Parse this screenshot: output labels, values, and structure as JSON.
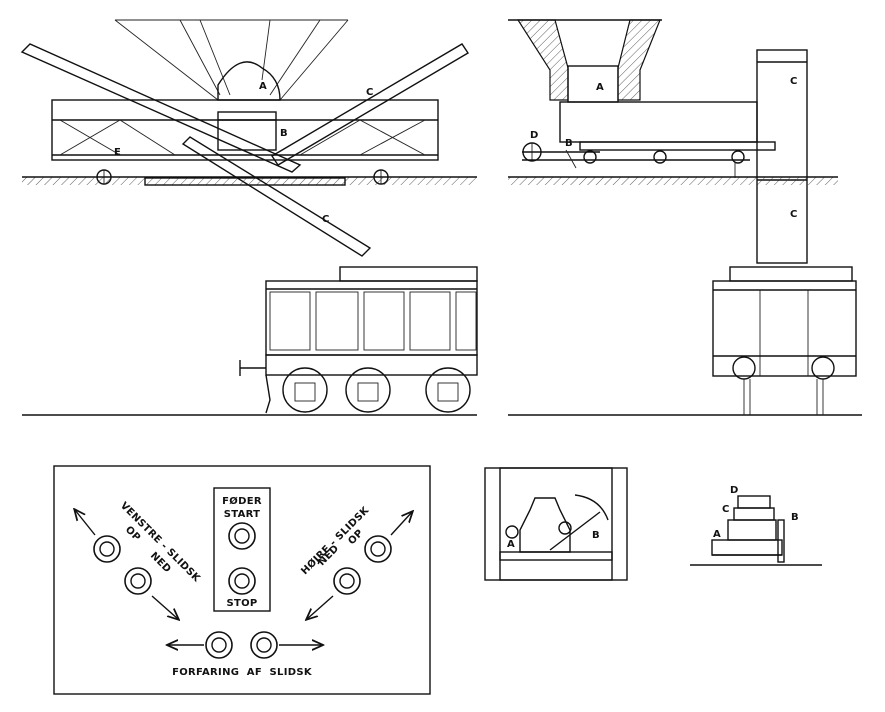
{
  "diagram": {
    "labels": {
      "a": "A",
      "b": "B",
      "c": "C",
      "d": "D",
      "e": "E"
    },
    "control_panel": {
      "left_chute": [
        "VENSTRE - SLIDSK",
        "OP",
        "NED"
      ],
      "feeder": [
        "FØDER",
        "START",
        "STOP"
      ],
      "right_chute": [
        "HØJRE - SLIDSK",
        "NED",
        "OP"
      ],
      "traverse": "FORFARING  AF  SLIDSK"
    }
  }
}
